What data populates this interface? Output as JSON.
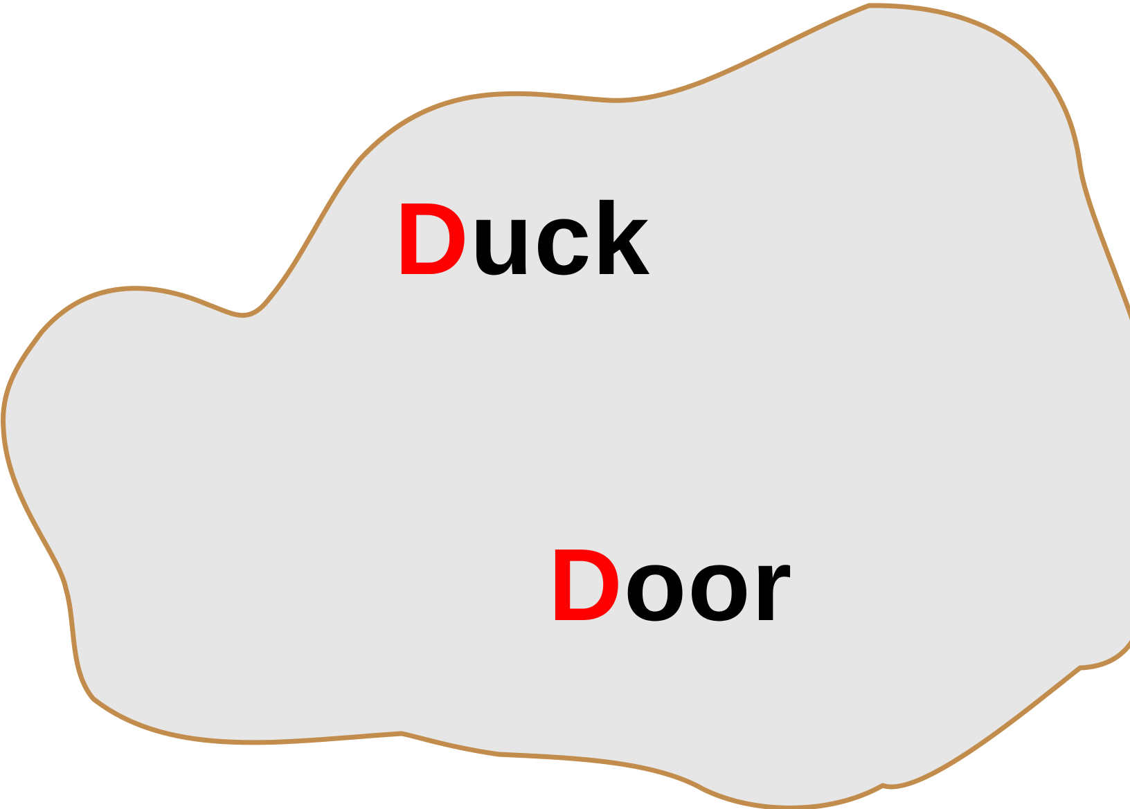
{
  "colors": {
    "blob_fill": "#e6e6e6",
    "blob_stroke": "#c28c4c",
    "highlight": "#ff0000",
    "text": "#000000"
  },
  "words": [
    {
      "first_letter": "D",
      "rest": "uck"
    },
    {
      "first_letter": "D",
      "rest": "oor"
    }
  ]
}
